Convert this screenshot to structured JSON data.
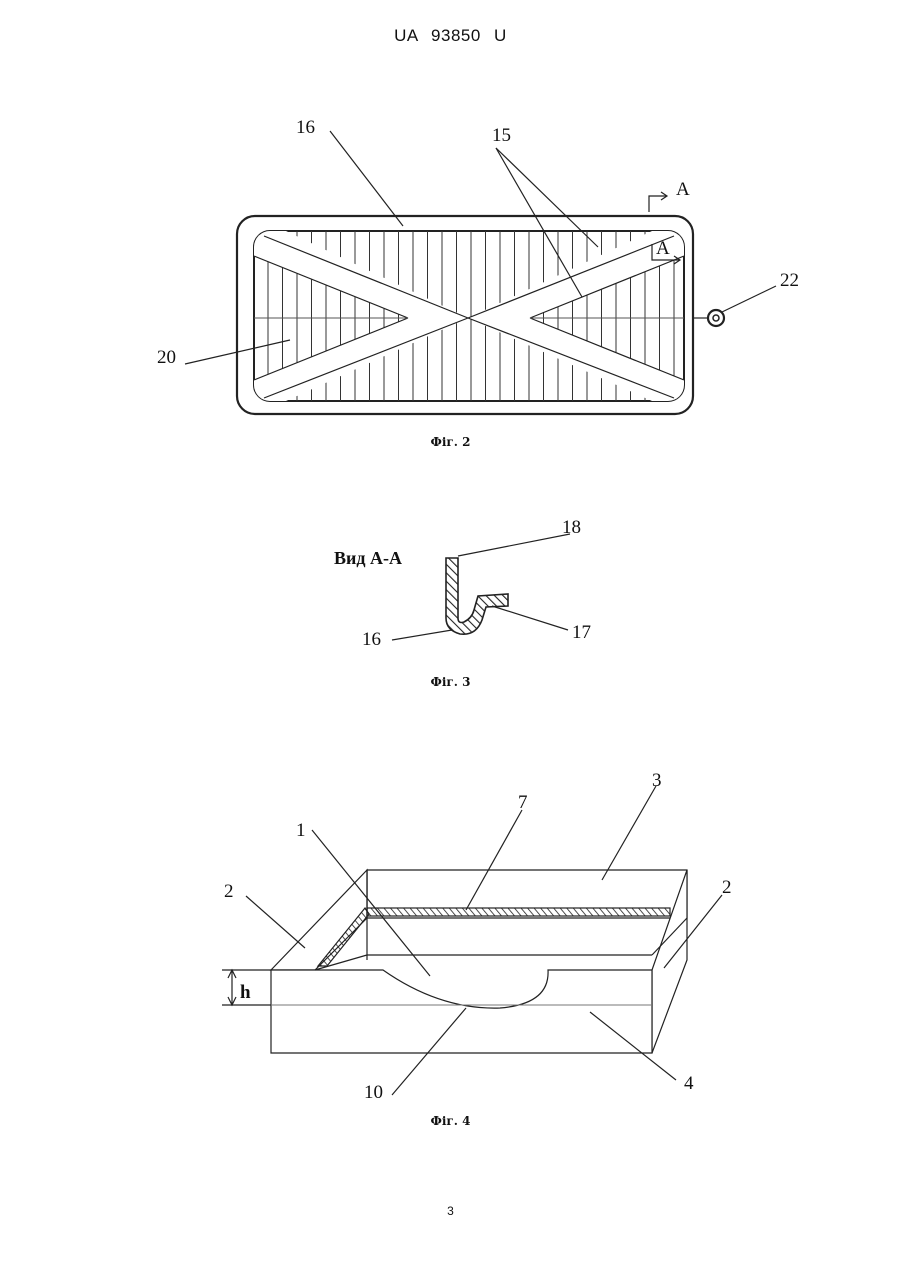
{
  "header": {
    "doc_number": "UA   93850   U"
  },
  "page_number": "3",
  "fig2": {
    "caption": "Фіг. 2",
    "labels": {
      "l16": "16",
      "l15": "15",
      "l20": "20",
      "l22": "22",
      "section_a_top": "A",
      "section_a_right": "A"
    }
  },
  "fig3": {
    "caption": "Фіг. 3",
    "view_label": "Вид А-А",
    "labels": {
      "l18": "18",
      "l16": "16",
      "l17": "17"
    }
  },
  "fig4": {
    "caption": "Фіг. 4",
    "labels": {
      "l1": "1",
      "l7": "7",
      "l3": "3",
      "l2_left": "2",
      "l2_right": "2",
      "lh": "h",
      "l10": "10",
      "l4": "4"
    }
  }
}
